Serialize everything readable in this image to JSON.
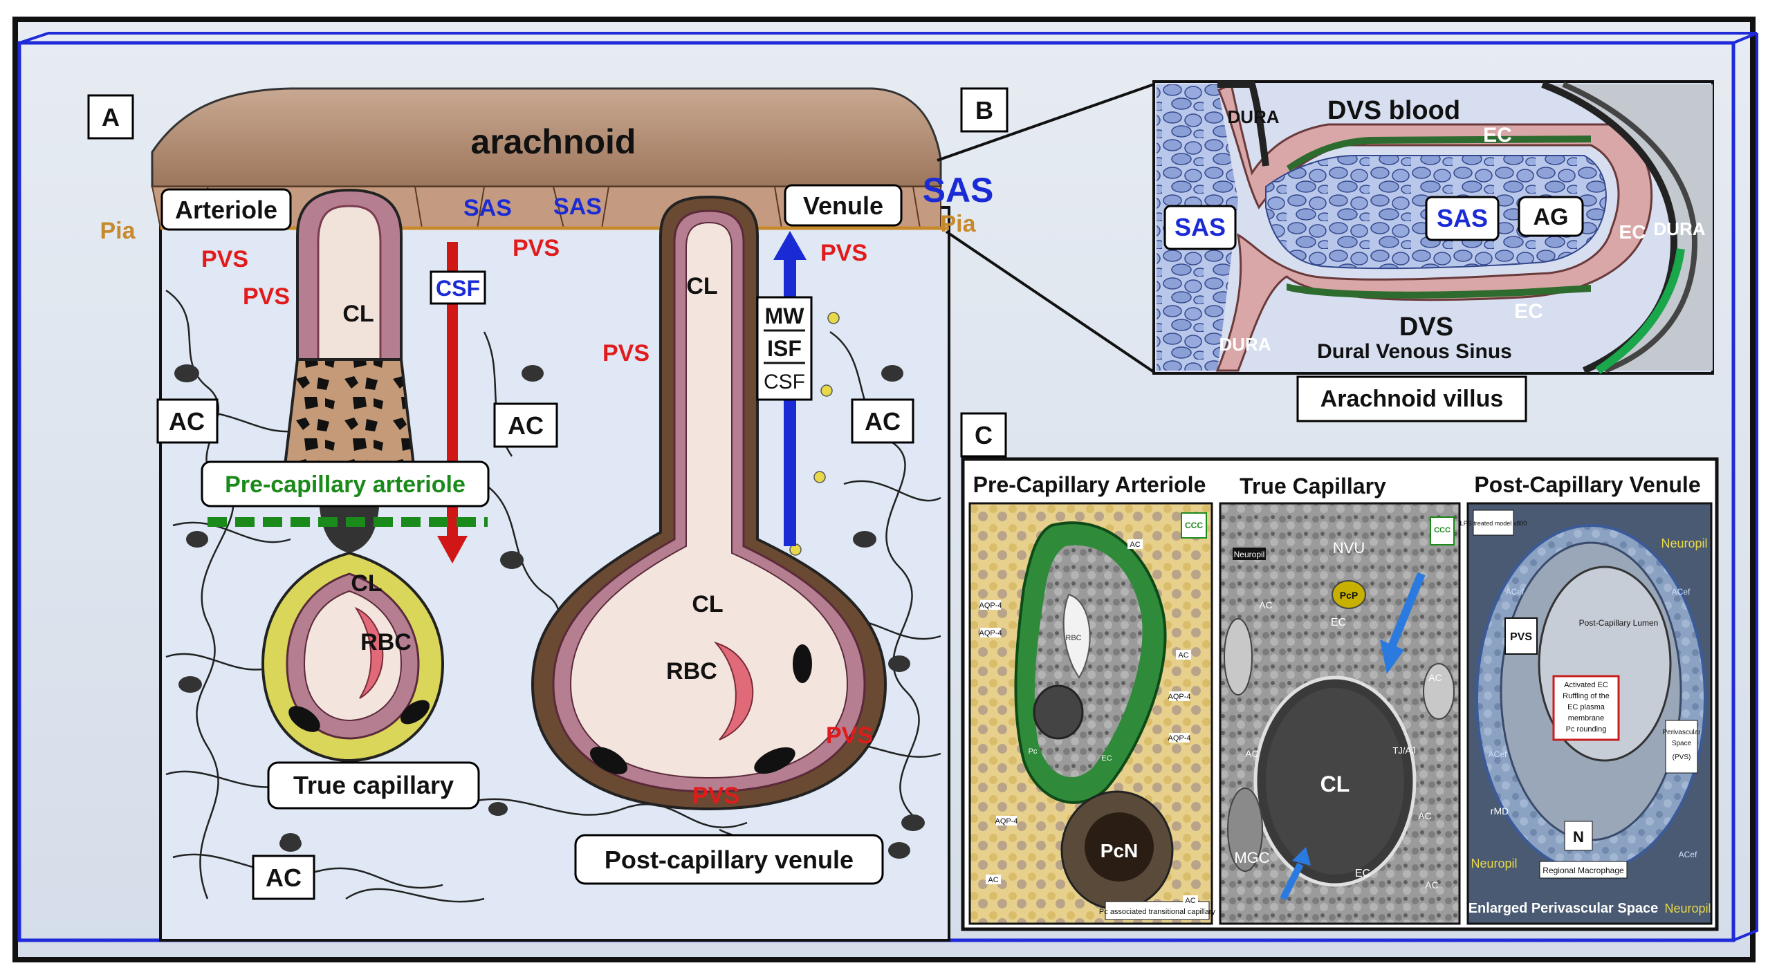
{
  "panels": {
    "a_letter": "A",
    "b_letter": "B",
    "c_letter": "C"
  },
  "panel_a": {
    "arachnoid": "arachnoid",
    "pia_left": "Pia",
    "pia_right": "Pia",
    "sas_big": "SAS",
    "sas_1": "SAS",
    "sas_2": "SAS",
    "arteriole": "Arteriole",
    "venule": "Venule",
    "pvs_labels": [
      "PVS",
      "PVS",
      "PVS",
      "PVS",
      "PVS",
      "PVS",
      "PVS"
    ],
    "csf_label": "CSF",
    "mw": "MW",
    "isf": "ISF",
    "csf_small": "CSF",
    "cl_labels": [
      "CL",
      "CL",
      "CL",
      "CL"
    ],
    "rbc_labels": [
      "RBC",
      "RBC"
    ],
    "ac_labels": [
      "AC",
      "AC",
      "AC",
      "AC"
    ],
    "pre_capillary": "Pre-capillary arteriole",
    "true_capillary": "True capillary",
    "post_capillary": "Post-capillary venule"
  },
  "panel_b": {
    "dura_top": "DURA",
    "dvs_blood": "DVS blood",
    "ec_1": "EC",
    "ec_2": "EC",
    "ec_3": "EC",
    "sas_left": "SAS",
    "sas_mid": "SAS",
    "ag": "AG",
    "dura_right": "DURA",
    "dura_bottom": "DURA",
    "dvs": "DVS",
    "dvs_full": "Dural Venous Sinus",
    "arachnoid_villus": "Arachnoid villus"
  },
  "panel_c": {
    "titles": [
      "Pre-Capillary Arteriole",
      "True Capillary",
      "Post-Capillary Venule"
    ],
    "em1": {
      "corner": "CCC",
      "pcn": "PcN",
      "caption": "Pc associated transitional capillary",
      "tags": [
        "AQP-4",
        "AQP-4",
        "AQP-4",
        "AQP-4",
        "AQP-4",
        "AC",
        "AC",
        "AC",
        "AC",
        "RBC",
        "Pc",
        "EC"
      ]
    },
    "em2": {
      "corner": "CCC",
      "neuropil": "Neuropil",
      "nvu": "NVU",
      "pcp": "PcP",
      "ec_top": "EC",
      "ec_bottom": "EC",
      "tj": "TJ/AJ",
      "cl": "CL",
      "mgc": "MGC",
      "tags": [
        "AC",
        "AC",
        "AC",
        "AC",
        "AC"
      ]
    },
    "em3": {
      "corner": "LPS treated model x800",
      "pvs": "PVS",
      "lumen": "Post-Capillary Lumen",
      "activated": [
        "Activated EC",
        "Ruffling of the",
        "EC plasma",
        "membrane",
        "Pc rounding"
      ],
      "perivascular": [
        "Perivascular",
        "Space",
        "(PVS)"
      ],
      "rmd": "rMD",
      "n": "N",
      "macrophage": "Regional Macrophage",
      "enlarged": "Enlarged Perivascular Space",
      "neuropil_top": "Neuropil",
      "neuropil_left": "Neuropil",
      "neuropil_bottom": "Neuropil",
      "acef": [
        "ACef",
        "ACef",
        "ACef",
        "ACef"
      ]
    }
  },
  "colors": {
    "pvs_red": "#e11b1b",
    "sas_blue": "#1a2bd6",
    "frame_blue": "#1f2bd8",
    "green": "#1a8a1a",
    "tan": "#b3886c",
    "pia": "#c8892c"
  }
}
